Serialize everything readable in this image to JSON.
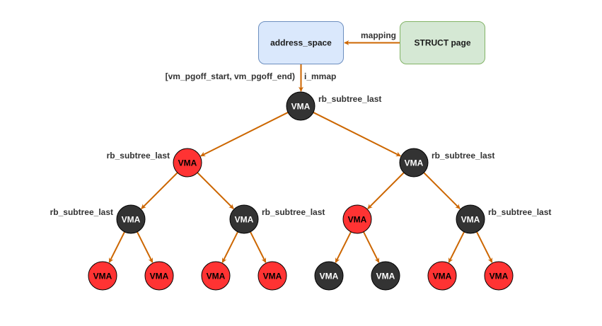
{
  "boxes": {
    "address_space": {
      "label": "address_space",
      "fill": "#dae8fc",
      "stroke": "#6c8ebf"
    },
    "struct_page": {
      "label": "STRUCT page",
      "fill": "#d5e8d4",
      "stroke": "#82b366"
    }
  },
  "edge_labels": {
    "mapping": "mapping",
    "range": "[vm_pgoff_start, vm_pgoff_end)",
    "i_mmap": "i_mmap"
  },
  "colors": {
    "edge": "#cc6600",
    "black_node": "#333333",
    "red_node": "#ff3333",
    "node_stroke": "#000000"
  },
  "tree": {
    "node_label": "VMA",
    "annotation": "rb_subtree_last",
    "nodes": [
      {
        "id": "n0",
        "color": "black",
        "annotated": true,
        "annot_side": "right"
      },
      {
        "id": "n1",
        "color": "red",
        "annotated": true,
        "annot_side": "left"
      },
      {
        "id": "n2",
        "color": "black",
        "annotated": true,
        "annot_side": "right"
      },
      {
        "id": "n3",
        "color": "black",
        "annotated": true,
        "annot_side": "left"
      },
      {
        "id": "n4",
        "color": "black",
        "annotated": true,
        "annot_side": "right"
      },
      {
        "id": "n5",
        "color": "red",
        "annotated": false
      },
      {
        "id": "n6",
        "color": "black",
        "annotated": true,
        "annot_side": "right"
      },
      {
        "id": "n7",
        "color": "red",
        "annotated": false
      },
      {
        "id": "n8",
        "color": "red",
        "annotated": false
      },
      {
        "id": "n9",
        "color": "red",
        "annotated": false
      },
      {
        "id": "n10",
        "color": "red",
        "annotated": false
      },
      {
        "id": "n11",
        "color": "black",
        "annotated": false
      },
      {
        "id": "n12",
        "color": "black",
        "annotated": false
      },
      {
        "id": "n13",
        "color": "red",
        "annotated": false
      },
      {
        "id": "n14",
        "color": "red",
        "annotated": false
      }
    ],
    "edges": [
      [
        "n0",
        "n1"
      ],
      [
        "n0",
        "n2"
      ],
      [
        "n1",
        "n3"
      ],
      [
        "n1",
        "n4"
      ],
      [
        "n2",
        "n5"
      ],
      [
        "n2",
        "n6"
      ],
      [
        "n3",
        "n7"
      ],
      [
        "n3",
        "n8"
      ],
      [
        "n4",
        "n9"
      ],
      [
        "n4",
        "n10"
      ],
      [
        "n5",
        "n11"
      ],
      [
        "n5",
        "n12"
      ],
      [
        "n6",
        "n13"
      ],
      [
        "n6",
        "n14"
      ]
    ]
  }
}
